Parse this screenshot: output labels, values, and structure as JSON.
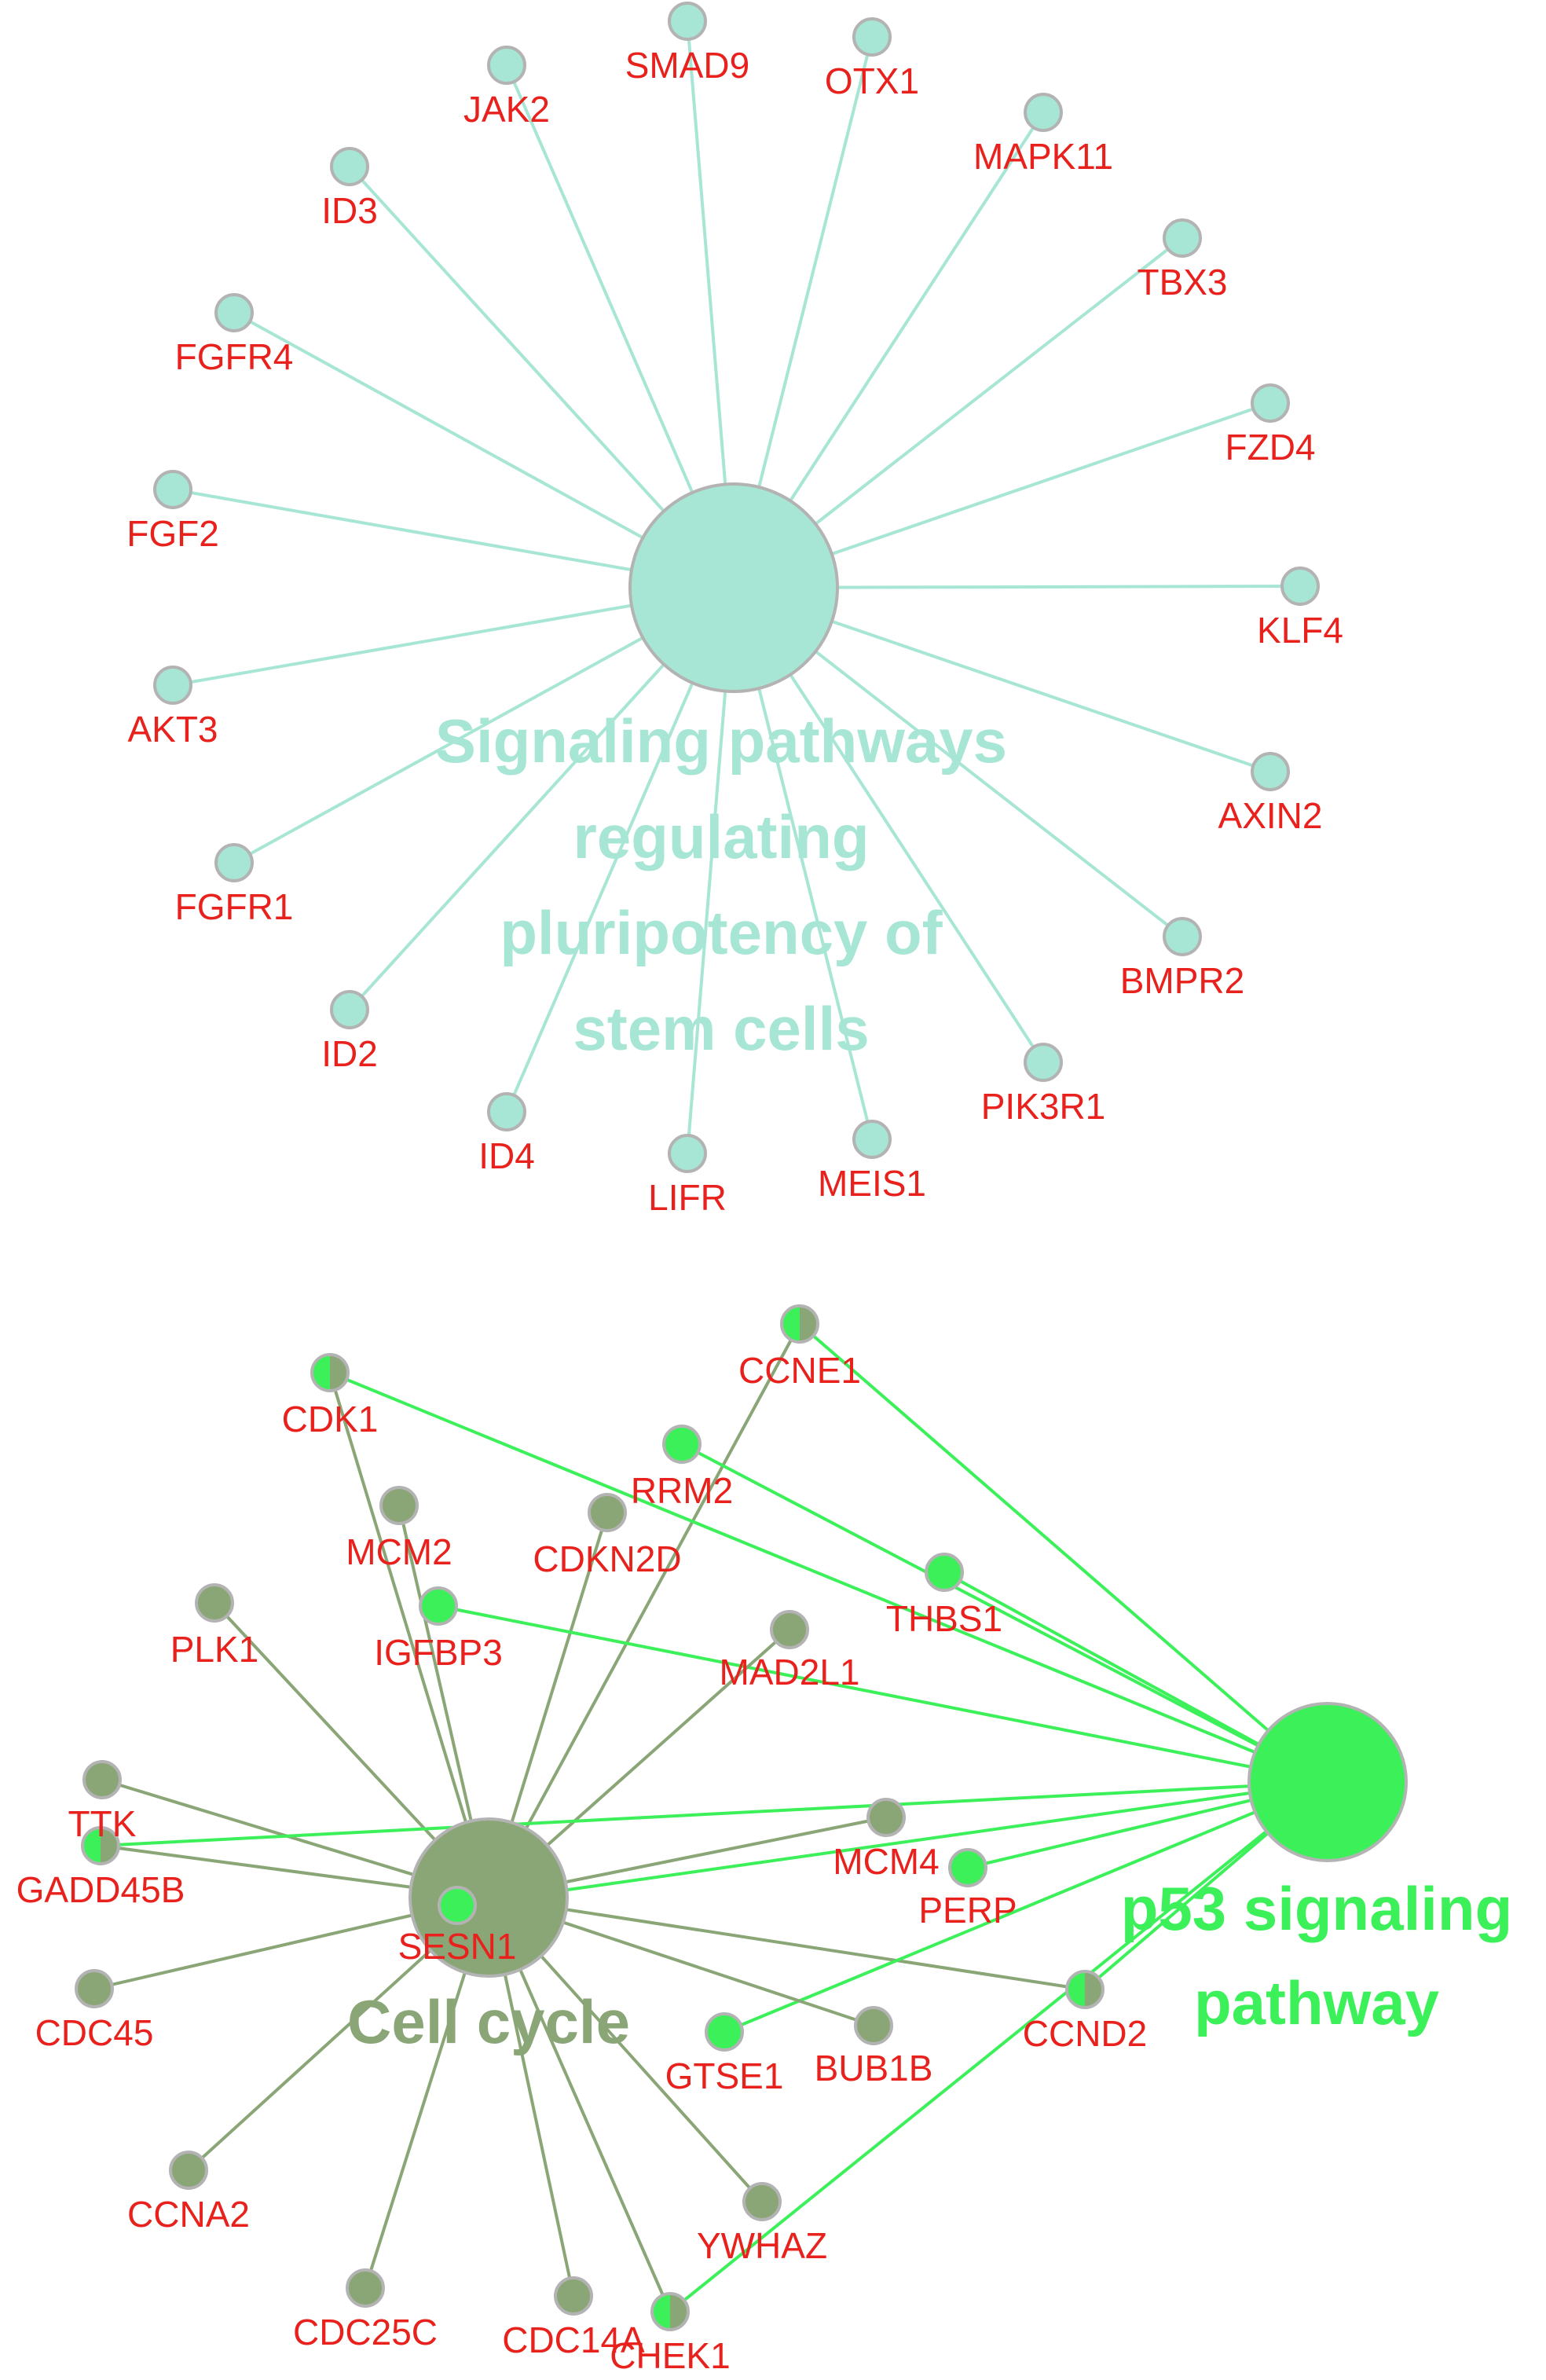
{
  "colors": {
    "label": "#e8211d",
    "stem": "#a7e6d4",
    "cellcycle": "#8aa677",
    "p53": "#3cf05a",
    "node_border": "#b3b3b3"
  },
  "networks": [
    {
      "id": "stem",
      "hub": {
        "label_lines": [
          "Signaling pathways",
          "regulating",
          "pluripotency of",
          "stem cells"
        ],
        "color": "#a7e6d4"
      },
      "genes": [
        "SMAD9",
        "OTX1",
        "JAK2",
        "MAPK11",
        "ID3",
        "TBX3",
        "FGFR4",
        "FZD4",
        "FGF2",
        "KLF4",
        "AKT3",
        "AXIN2",
        "FGFR1",
        "BMPR2",
        "ID2",
        "PIK3R1",
        "ID4",
        "LIFR",
        "MEIS1"
      ]
    },
    {
      "id": "cell",
      "hubs": [
        {
          "id": "cellcycle",
          "label_lines": [
            "Cell cycle"
          ],
          "color": "#8aa677"
        },
        {
          "id": "p53",
          "label_lines": [
            "p53 signaling",
            "pathway"
          ],
          "color": "#3cf05a"
        }
      ],
      "genes": [
        {
          "name": "CCNE1",
          "pathways": [
            "cellcycle",
            "p53"
          ]
        },
        {
          "name": "CDK1",
          "pathways": [
            "cellcycle",
            "p53"
          ]
        },
        {
          "name": "RRM2",
          "pathways": [
            "p53"
          ]
        },
        {
          "name": "MCM2",
          "pathways": [
            "cellcycle"
          ]
        },
        {
          "name": "CDKN2D",
          "pathways": [
            "cellcycle"
          ]
        },
        {
          "name": "THBS1",
          "pathways": [
            "p53"
          ]
        },
        {
          "name": "PLK1",
          "pathways": [
            "cellcycle"
          ]
        },
        {
          "name": "IGFBP3",
          "pathways": [
            "p53"
          ]
        },
        {
          "name": "MAD2L1",
          "pathways": [
            "cellcycle"
          ]
        },
        {
          "name": "TTK",
          "pathways": [
            "cellcycle"
          ]
        },
        {
          "name": "GADD45B",
          "pathways": [
            "cellcycle",
            "p53"
          ]
        },
        {
          "name": "MCM4",
          "pathways": [
            "cellcycle"
          ]
        },
        {
          "name": "PERP",
          "pathways": [
            "p53"
          ]
        },
        {
          "name": "SESN1",
          "pathways": [
            "p53"
          ]
        },
        {
          "name": "CDC45",
          "pathways": [
            "cellcycle"
          ]
        },
        {
          "name": "CCND2",
          "pathways": [
            "cellcycle",
            "p53"
          ]
        },
        {
          "name": "GTSE1",
          "pathways": [
            "p53"
          ]
        },
        {
          "name": "BUB1B",
          "pathways": [
            "cellcycle"
          ]
        },
        {
          "name": "CCNA2",
          "pathways": [
            "cellcycle"
          ]
        },
        {
          "name": "YWHAZ",
          "pathways": [
            "cellcycle"
          ]
        },
        {
          "name": "CDC25C",
          "pathways": [
            "cellcycle"
          ]
        },
        {
          "name": "CDC14A",
          "pathways": [
            "cellcycle"
          ]
        },
        {
          "name": "CHEK1",
          "pathways": [
            "cellcycle",
            "p53"
          ]
        }
      ]
    }
  ]
}
